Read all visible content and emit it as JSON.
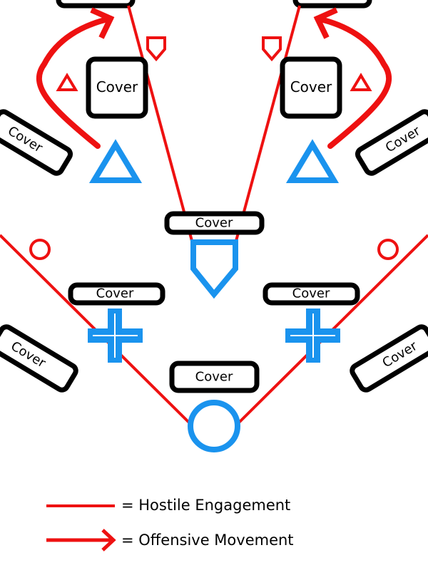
{
  "colors": {
    "hostile": "#ee1111",
    "friendly": "#1a93ee",
    "cover": "#000000"
  },
  "covers": {
    "upper_left_box": "Cover",
    "upper_right_box": "Cover",
    "upper_left_angled": "Cover",
    "upper_right_angled": "Cover",
    "center_top": "Cover",
    "mid_left": "Cover",
    "mid_right": "Cover",
    "lower_left_angled": "Cover",
    "lower_right_angled": "Cover",
    "bottom_center": "Cover"
  },
  "legend": {
    "hostile_engagement": "= Hostile Engagement",
    "offensive_movement": "= Offensive Movement"
  }
}
